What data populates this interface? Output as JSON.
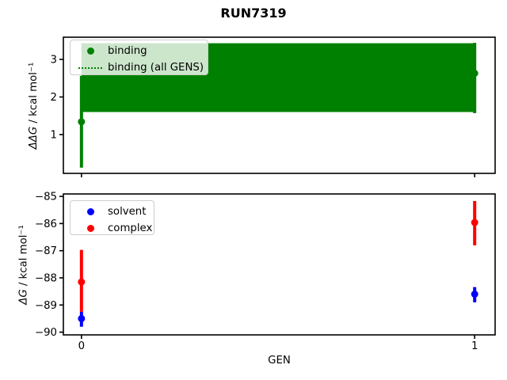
{
  "title": "RUN7319",
  "chart_data": [
    {
      "type": "scatter",
      "title": "",
      "xlabel": "",
      "ylabel_math": "ΔΔG",
      "ylabel_rest": " / kcal mol⁻¹",
      "xlim": [
        -0.046,
        1.052
      ],
      "ylim": [
        -0.032,
        3.59
      ],
      "grid": false,
      "yticks": [
        {
          "v": 1,
          "label": "1"
        },
        {
          "v": 2,
          "label": "2"
        },
        {
          "v": 3,
          "label": "3"
        }
      ],
      "xticks": [
        {
          "v": 0,
          "label": "0"
        },
        {
          "v": 1,
          "label": "1"
        }
      ],
      "xtick_labels_visible": false,
      "legend": {
        "position": "upper-left",
        "entries": [
          {
            "label": "binding",
            "handle": "marker",
            "color": "#008000"
          },
          {
            "label": "binding (all GENS)",
            "handle": "dotted-line",
            "color": "#008000"
          }
        ]
      },
      "band": {
        "series": "binding (all GENS)",
        "color": "#008000",
        "x_from": 0,
        "x_to": 1,
        "lo": 1.6,
        "hi": 3.43,
        "center": 2.52,
        "center_linestyle": "dotted"
      },
      "series": [
        {
          "name": "binding",
          "color": "#008000",
          "marker": "circle",
          "points": [
            {
              "x": 0,
              "y": 1.34,
              "err_lo": 0.12,
              "err_hi": 2.56
            },
            {
              "x": 1,
              "y": 2.63,
              "err_lo": 1.57,
              "err_hi": 3.44
            }
          ]
        }
      ]
    },
    {
      "type": "scatter",
      "title": "",
      "xlabel": "GEN",
      "ylabel_math": "ΔG",
      "ylabel_rest": " / kcal mol⁻¹",
      "xlim": [
        -0.046,
        1.052
      ],
      "ylim": [
        -90.1,
        -84.91
      ],
      "grid": false,
      "yticks": [
        {
          "v": -85,
          "label": "−85"
        },
        {
          "v": -86,
          "label": "−86"
        },
        {
          "v": -87,
          "label": "−87"
        },
        {
          "v": -88,
          "label": "−88"
        },
        {
          "v": -89,
          "label": "−89"
        },
        {
          "v": -90,
          "label": "−90"
        }
      ],
      "xticks": [
        {
          "v": 0,
          "label": "0"
        },
        {
          "v": 1,
          "label": "1"
        }
      ],
      "xtick_labels_visible": true,
      "legend": {
        "position": "upper-left",
        "entries": [
          {
            "label": "solvent",
            "handle": "marker",
            "color": "#0000ff"
          },
          {
            "label": "complex",
            "handle": "marker",
            "color": "#ff0000"
          }
        ]
      },
      "series": [
        {
          "name": "solvent",
          "color": "#0000ff",
          "marker": "circle",
          "points": [
            {
              "x": 0,
              "y": -89.5,
              "err_lo": -89.8,
              "err_hi": -89.25
            },
            {
              "x": 1,
              "y": -88.6,
              "err_lo": -88.9,
              "err_hi": -88.34
            }
          ]
        },
        {
          "name": "complex",
          "color": "#ff0000",
          "marker": "circle",
          "points": [
            {
              "x": 0,
              "y": -88.15,
              "err_lo": -89.25,
              "err_hi": -86.97
            },
            {
              "x": 1,
              "y": -85.96,
              "err_lo": -86.8,
              "err_hi": -85.17
            }
          ]
        }
      ]
    }
  ]
}
